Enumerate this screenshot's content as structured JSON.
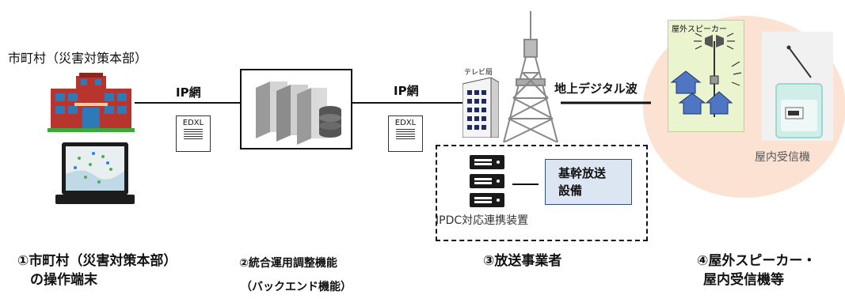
{
  "municipality_title": "市町村（災害対策本部）",
  "ip_network_label": "IP網",
  "edxl_label": "EDXL",
  "tv_station_label": "テレビ局",
  "terrestrial_digital_label": "地上デジタル波",
  "speaker_label": "屋外スピーカー",
  "indoor_receiver_label": "屋内受信機",
  "core_broadcast_label": [
    "基幹放送",
    "設備"
  ],
  "ipdc_device_label": "IPDC対応連携装置",
  "captions": {
    "c1": [
      "①市町村（災害対策本部）",
      "の操作端末"
    ],
    "c2": [
      "②統合運用調整機能",
      "（バックエンド機能）"
    ],
    "c3": "③放送事業者",
    "c4": [
      "④屋外スピーカー・",
      "屋内受信機等"
    ]
  },
  "colors": {
    "peach": "#fbe2d2",
    "building_red": "#b8342c",
    "window_blue": "#2e7ab8",
    "kikan_fill": "#dce6f2",
    "house_blue": "#4f76c3"
  }
}
